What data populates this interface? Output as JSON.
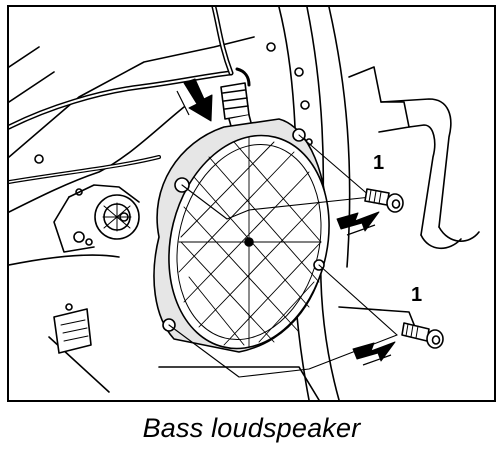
{
  "figure": {
    "callouts": [
      {
        "label": "1"
      },
      {
        "label": "1"
      }
    ]
  },
  "caption": "Bass loudspeaker"
}
